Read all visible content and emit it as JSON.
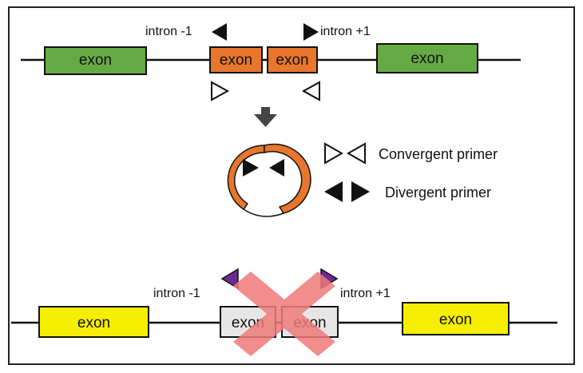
{
  "top_row": {
    "exons": [
      "exon",
      "exon",
      "exon",
      "exon"
    ],
    "intron_minus_label": "intron -1",
    "intron_plus_label": "intron +1"
  },
  "legend": {
    "convergent_label": "Convergent primer",
    "divergent_label": "Divergent primer"
  },
  "bottom_row": {
    "exons": [
      "exon",
      "exon",
      "exon",
      "exon"
    ],
    "intron_minus_label": "intron -1",
    "intron_plus_label": "intron +1"
  },
  "colors": {
    "flank_exon_top": "#66aa44",
    "back_splice_exon": "#e8762c",
    "flank_exon_bottom": "#f5ee00",
    "gray_exon": "#e6e6e6",
    "primer_purple": "#6a2d91",
    "cross_red": "#ef7a7a"
  },
  "icons": {
    "arrow": "down-arrow-icon",
    "circle": "circular-rna-icon",
    "cross": "cross-mark-icon"
  }
}
